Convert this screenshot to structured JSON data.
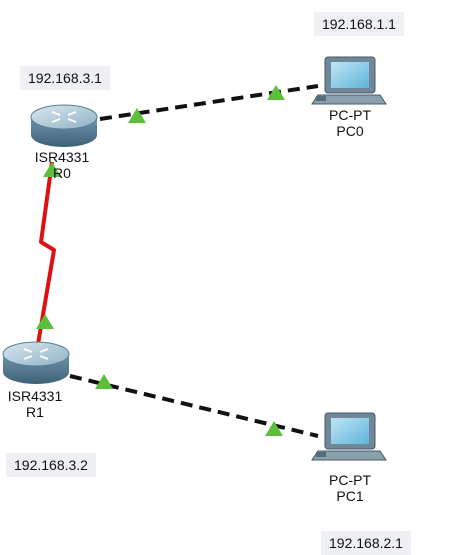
{
  "devices": [
    {
      "id": "R0",
      "model": "ISR4331",
      "name": "R0",
      "ip": "192.168.3.1",
      "kind": "router"
    },
    {
      "id": "R1",
      "model": "ISR4331",
      "name": "R1",
      "ip": "192.168.3.2",
      "kind": "router"
    },
    {
      "id": "PC0",
      "model": "PC-PT",
      "name": "PC0",
      "ip": "192.168.1.1",
      "kind": "pc"
    },
    {
      "id": "PC1",
      "model": "PC-PT",
      "name": "PC1",
      "ip": "192.168.2.1",
      "kind": "pc"
    }
  ],
  "links": [
    {
      "from": "R0",
      "to": "PC0",
      "type": "copper-straight",
      "color": "#111111"
    },
    {
      "from": "R0",
      "to": "R1",
      "type": "serial",
      "color": "#e01010"
    },
    {
      "from": "R1",
      "to": "PC1",
      "type": "copper-straight",
      "color": "#111111"
    }
  ],
  "status_color": "#5cbf3a"
}
